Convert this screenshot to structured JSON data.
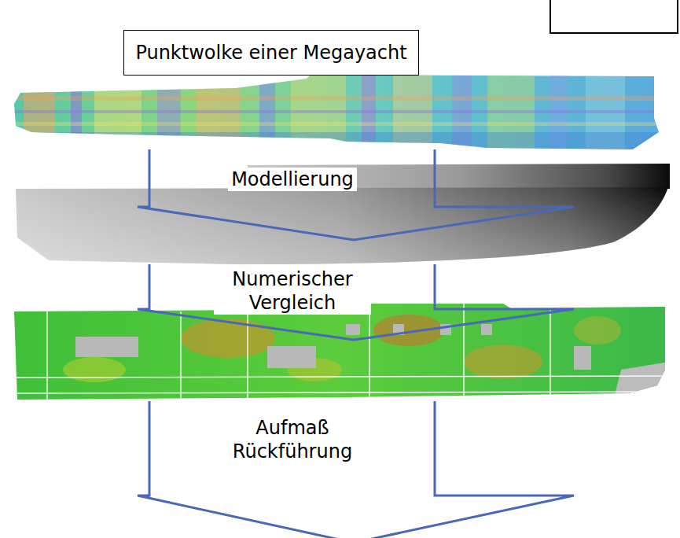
{
  "diagram": {
    "title": "Punktwolke einer Megayacht",
    "labels": [
      "Modellierung",
      "Numerischer Vergleich",
      "Aufmaß Rückführung"
    ]
  }
}
